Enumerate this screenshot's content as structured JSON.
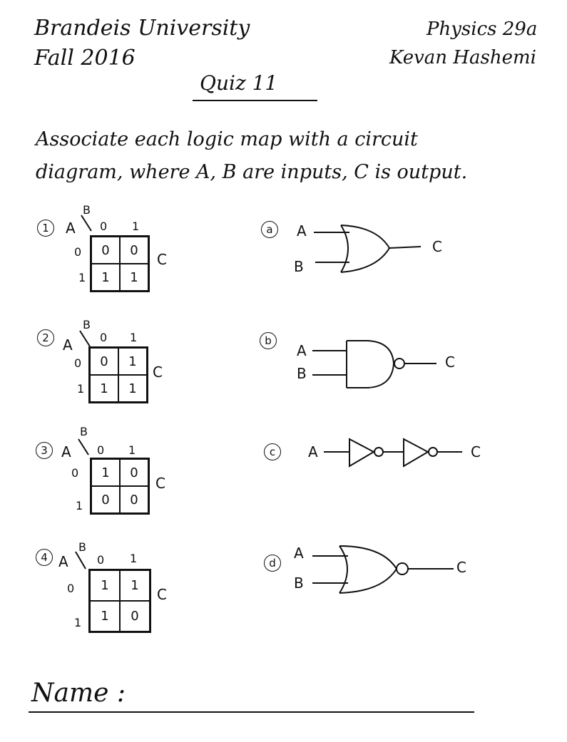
{
  "header": {
    "university": "Brandeis University",
    "term": "Fall 2016",
    "course": "Physics 29a",
    "instructor": "Kevan Hashemi"
  },
  "title": "Quiz 11",
  "instructions": {
    "line1": "Associate each logic map with a circuit",
    "line2": "diagram, where A, B are inputs, C is output."
  },
  "maps": [
    {
      "number": "1",
      "a_label": "A",
      "b_label": "B",
      "c_label": "C",
      "col_headers": [
        "0",
        "1"
      ],
      "row_headers": [
        "0",
        "1"
      ],
      "cells": [
        [
          "0",
          "0"
        ],
        [
          "1",
          "1"
        ]
      ]
    },
    {
      "number": "2",
      "a_label": "A",
      "b_label": "B",
      "c_label": "C",
      "col_headers": [
        "0",
        "1"
      ],
      "row_headers": [
        "0",
        "1"
      ],
      "cells": [
        [
          "0",
          "1"
        ],
        [
          "1",
          "1"
        ]
      ]
    },
    {
      "number": "3",
      "a_label": "A",
      "b_label": "B",
      "c_label": "C",
      "col_headers": [
        "0",
        "1"
      ],
      "row_headers": [
        "0",
        "1"
      ],
      "cells": [
        [
          "1",
          "0"
        ],
        [
          "0",
          "0"
        ]
      ]
    },
    {
      "number": "4",
      "a_label": "A",
      "b_label": "B",
      "c_label": "C",
      "col_headers": [
        "0",
        "1"
      ],
      "row_headers": [
        "0",
        "1"
      ],
      "cells": [
        [
          "1",
          "1"
        ],
        [
          "1",
          "0"
        ]
      ]
    }
  ],
  "circuits": [
    {
      "letter": "a",
      "input_a": "A",
      "input_b": "B",
      "output": "C",
      "gate": "OR"
    },
    {
      "letter": "b",
      "input_a": "A",
      "input_b": "B",
      "output": "C",
      "gate": "NAND"
    },
    {
      "letter": "c",
      "input_a": "A",
      "output": "C",
      "gate": "NOT-NOT"
    },
    {
      "letter": "d",
      "input_a": "A",
      "input_b": "B",
      "output": "C",
      "gate": "NOR"
    }
  ],
  "footer": {
    "name_label": "Name :"
  }
}
